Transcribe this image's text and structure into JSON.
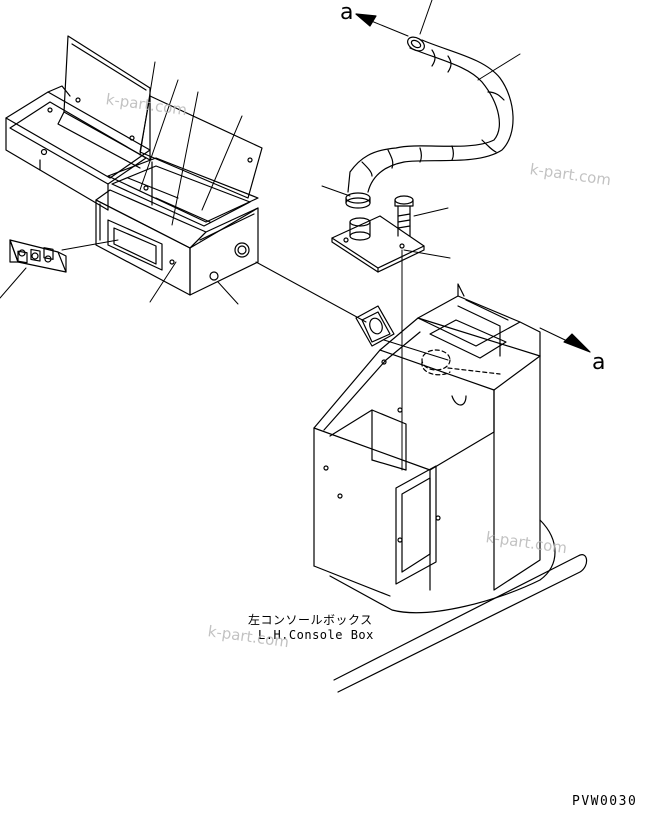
{
  "labels": {
    "ref_a_top": "a",
    "ref_a_right": "a",
    "caption_jp": "左コンソールボックス",
    "caption_en": "L.H.Console Box",
    "drawing_code": "PVW0030"
  },
  "watermark": "k-part.com",
  "colors": {
    "line": "#000000",
    "watermark": "#b8b8b8",
    "background": "#ffffff"
  }
}
